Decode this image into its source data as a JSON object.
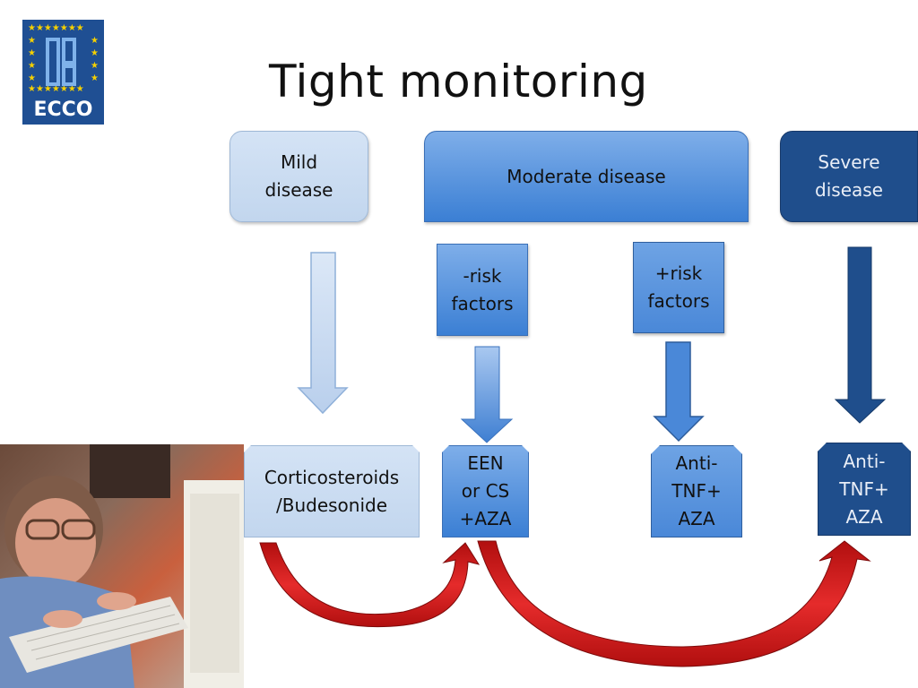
{
  "slide": {
    "title": "Tight monitoring",
    "logo_text": "ECCO"
  },
  "categories": {
    "mild": "Mild\ndisease",
    "moderate": "Moderate disease",
    "severe": "Severe\ndisease"
  },
  "risk": {
    "minus": "-risk\nfactors",
    "plus": "+risk\nfactors"
  },
  "treatments": {
    "cs": "Corticosteroids\n/Budesonide",
    "een": "EEN\nor CS\n+AZA",
    "anti_tnf_moderate": "Anti-\nTNF+\nAZA",
    "anti_tnf_severe": "Anti-\nTNF+\nAZA"
  },
  "colors": {
    "light": "#c9dbf1",
    "medium": "#4a88d8",
    "dark": "#1f4e8c",
    "escalation": "#d61f1f",
    "logo_bg": "#1f4f93",
    "star": "#f5d000"
  },
  "icons": {
    "logo": "ecco-logo-icon",
    "photo": "child-at-computer-photo"
  }
}
